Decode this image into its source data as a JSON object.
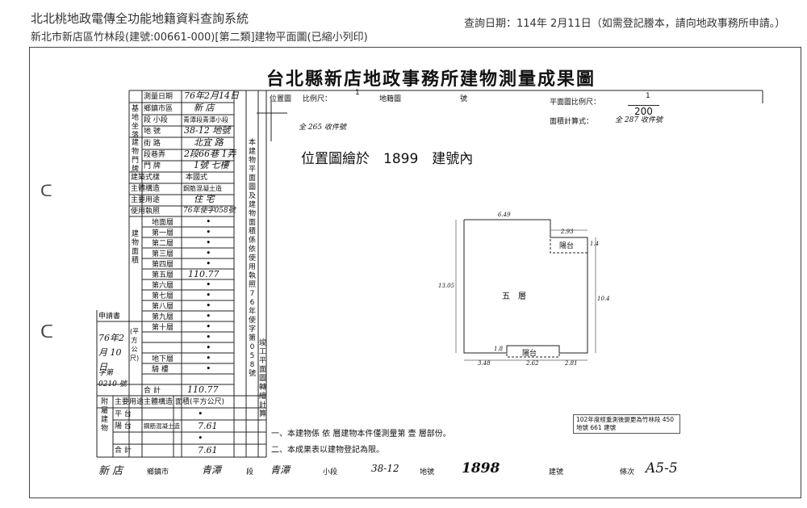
{
  "header": {
    "system_title": "北北桃地政電傳全功能地籍資料查詢系統",
    "doc_subtitle": "新北市新店區竹林段(建號:00661-000)[第二類]建物平面圖(已縮小列印)",
    "query_info": "查詢日期：114年 2月11日（如需登記謄本，請向地政事務所申請。）"
  },
  "doc": {
    "title": "台北縣新店地政事務所建物測量成果圖",
    "survey_date_label": "測量日期",
    "survey_date": "76年2月14日",
    "location_labels": [
      "鄉鎮市區",
      "段 小段",
      "地 號"
    ],
    "location_values": [
      "新 店",
      "青潭段青潭小段",
      "38-12 地號"
    ],
    "location_group": "基地坐落",
    "door_labels": [
      "街 路",
      "段巷弄",
      "門 牌"
    ],
    "door_values": [
      "北宜 路",
      "2段66巷 1弄",
      "1號 七樓"
    ],
    "door_group": "建物門牌",
    "struct_rows": [
      {
        "label": "建築式樣",
        "value": "本國式"
      },
      {
        "label": "主體構造",
        "value": "鋼筋混凝土造"
      },
      {
        "label": "主要用途",
        "value": "住 宅"
      },
      {
        "label": "使用執照",
        "value": "76年使字058號"
      }
    ],
    "floor_group": "建物面積",
    "area_unit": "(平方公尺)",
    "floors": [
      {
        "name": "地面層",
        "value": "•"
      },
      {
        "name": "第一層",
        "value": "•"
      },
      {
        "name": "第二層",
        "value": "•"
      },
      {
        "name": "第三層",
        "value": "•"
      },
      {
        "name": "第四層",
        "value": "•"
      },
      {
        "name": "第五層",
        "value": "110.77"
      },
      {
        "name": "第六層",
        "value": "•"
      },
      {
        "name": "第七層",
        "value": "•"
      },
      {
        "name": "第八層",
        "value": "•"
      },
      {
        "name": "第九層",
        "value": "•"
      },
      {
        "name": "第十層",
        "value": "•"
      },
      {
        "name": "",
        "value": "•"
      },
      {
        "name": "",
        "value": "•"
      },
      {
        "name": "地下層",
        "value": "•"
      },
      {
        "name": "騎 樓",
        "value": "•"
      }
    ],
    "total_label": "合 計",
    "total_value": "110.77",
    "applicant_label": "申請書",
    "applicant_date": "76年2月 10日",
    "applicant_no": "字第 0210 號",
    "annex_label": "附屬建物",
    "annex_head": [
      "主要用途",
      "主體構造",
      "面積(平方公尺)"
    ],
    "annex_rows": [
      {
        "use": "平 台",
        "struct": "",
        "value": "•"
      },
      {
        "use": "陽 台",
        "struct": "鋼筋混凝土造",
        "value": "7.61"
      },
      {
        "use": "",
        "struct": "",
        "value": "•"
      },
      {
        "use": "合 計",
        "struct": "",
        "value": "7.61"
      }
    ],
    "vertical_note_left": "本建物平面圖及建物面積係依使用執照76年使字第058號",
    "vertical_note_right": "竣工平面圖轉繪計算",
    "position_map_label": "位置圖",
    "scale_label": "比例尺：",
    "scale_value": "1",
    "land_map": "地籍圖",
    "number_label": "號",
    "plan_scale_label": "平面圖比例尺：",
    "plan_scale_num": "1",
    "plan_scale_den": "200",
    "area_calc_label": "面積計算式：",
    "area_calc_value": "全 287 收件號",
    "survey_no": "全 265 收件號",
    "position_text": "位置圖繪於　1899　建號內",
    "plan": {
      "floor_label": "五　層",
      "balcony_top": "陽台",
      "balcony_bottom": "陽台",
      "dims": [
        "6.49",
        "2.93",
        "1.4",
        "13.05",
        "10.4",
        "1.8",
        "3.48",
        "2.62",
        "2.81"
      ]
    },
    "footnote_1": "一、本建物係 依 層建物本件僅測量第 壹 層部份。",
    "footnote_2": "二、本成果表以建物登記為限。",
    "stamp_note": "102年度經重測後變更為竹林段 450 地號 661 建號",
    "bottom": {
      "district": "新 店",
      "district_suffix": "鄉鎮市",
      "section": "青潭",
      "section_suffix": "段",
      "subsection": "青潭",
      "subsection_suffix": "小段",
      "parcel": "38-12",
      "parcel_suffix": "地號",
      "building_no": "1898",
      "building_suffix": "建號",
      "seq_label": "條次",
      "seq_value": "A5-5"
    }
  }
}
